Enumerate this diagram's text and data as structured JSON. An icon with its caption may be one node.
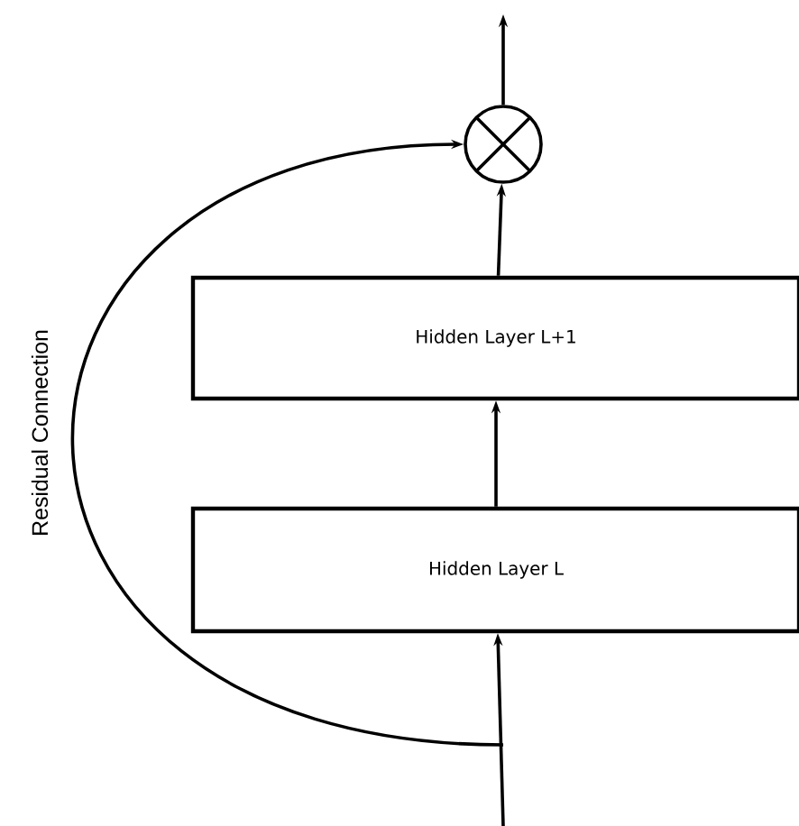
{
  "diagram": {
    "nodes": [
      {
        "text": [],
        "shape": "circle"
      },
      {
        "text": [
          "Hidden Layer L+1"
        ]
      },
      {
        "text": [
          "Hidden Layer L"
        ]
      }
    ],
    "edges": [
      {
        "from": null,
        "to": 2,
        "arrow": "to"
      },
      {
        "from": 2,
        "to": 1,
        "arrow": "to"
      },
      {
        "from": 1,
        "to": 0,
        "arrow": "to"
      },
      {
        "from": 0,
        "to": null,
        "arrow": "to"
      },
      {
        "from": null,
        "to": 0,
        "arrow": "to",
        "label": "Residual Connection"
      }
    ]
  }
}
